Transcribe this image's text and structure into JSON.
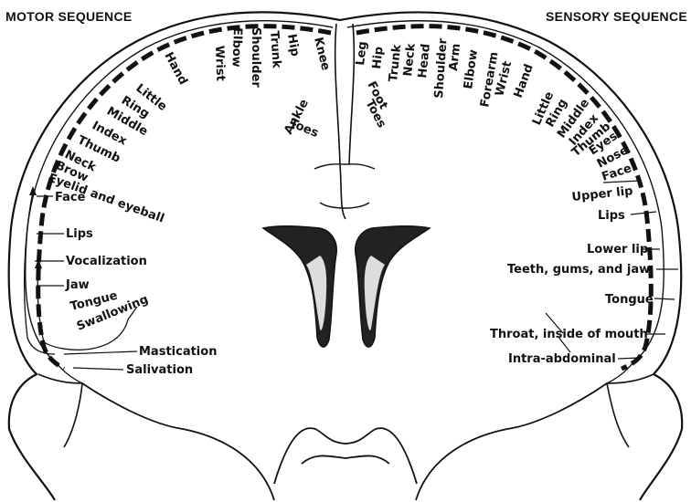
{
  "motor": {
    "title": "MOTOR SEQUENCE",
    "labels": [
      "Hand",
      "Wrist",
      "Elbow",
      "Shoulder",
      "Trunk",
      "Hip",
      "Knee",
      "Ankle",
      "Toes",
      "Little",
      "Ring",
      "Middle",
      "Index",
      "Thumb",
      "Neck",
      "Brow",
      "Eyelid and eyeball",
      "Face",
      "Lips",
      "Vocalization",
      "Jaw",
      "Tongue",
      "Swallowing",
      "Mastication",
      "Salivation"
    ]
  },
  "sensory": {
    "title": "SENSORY SEQUENCE",
    "labels": [
      "Leg",
      "Hip",
      "Trunk",
      "Neck",
      "Head",
      "Shoulder",
      "Arm",
      "Elbow",
      "Forearm",
      "Wrist",
      "Hand",
      "Foot",
      "Toes",
      "Little",
      "Ring",
      "Middle",
      "Index",
      "Thumb",
      "Eyes",
      "Nose",
      "Face",
      "Upper lip",
      "Lips",
      "Lower lip",
      "Teeth, gums, and jaw",
      "Tongue",
      "Throat, inside of mouth",
      "Intra-abdominal"
    ]
  },
  "colors": {
    "ink": "#111111",
    "background": "#ffffff"
  }
}
